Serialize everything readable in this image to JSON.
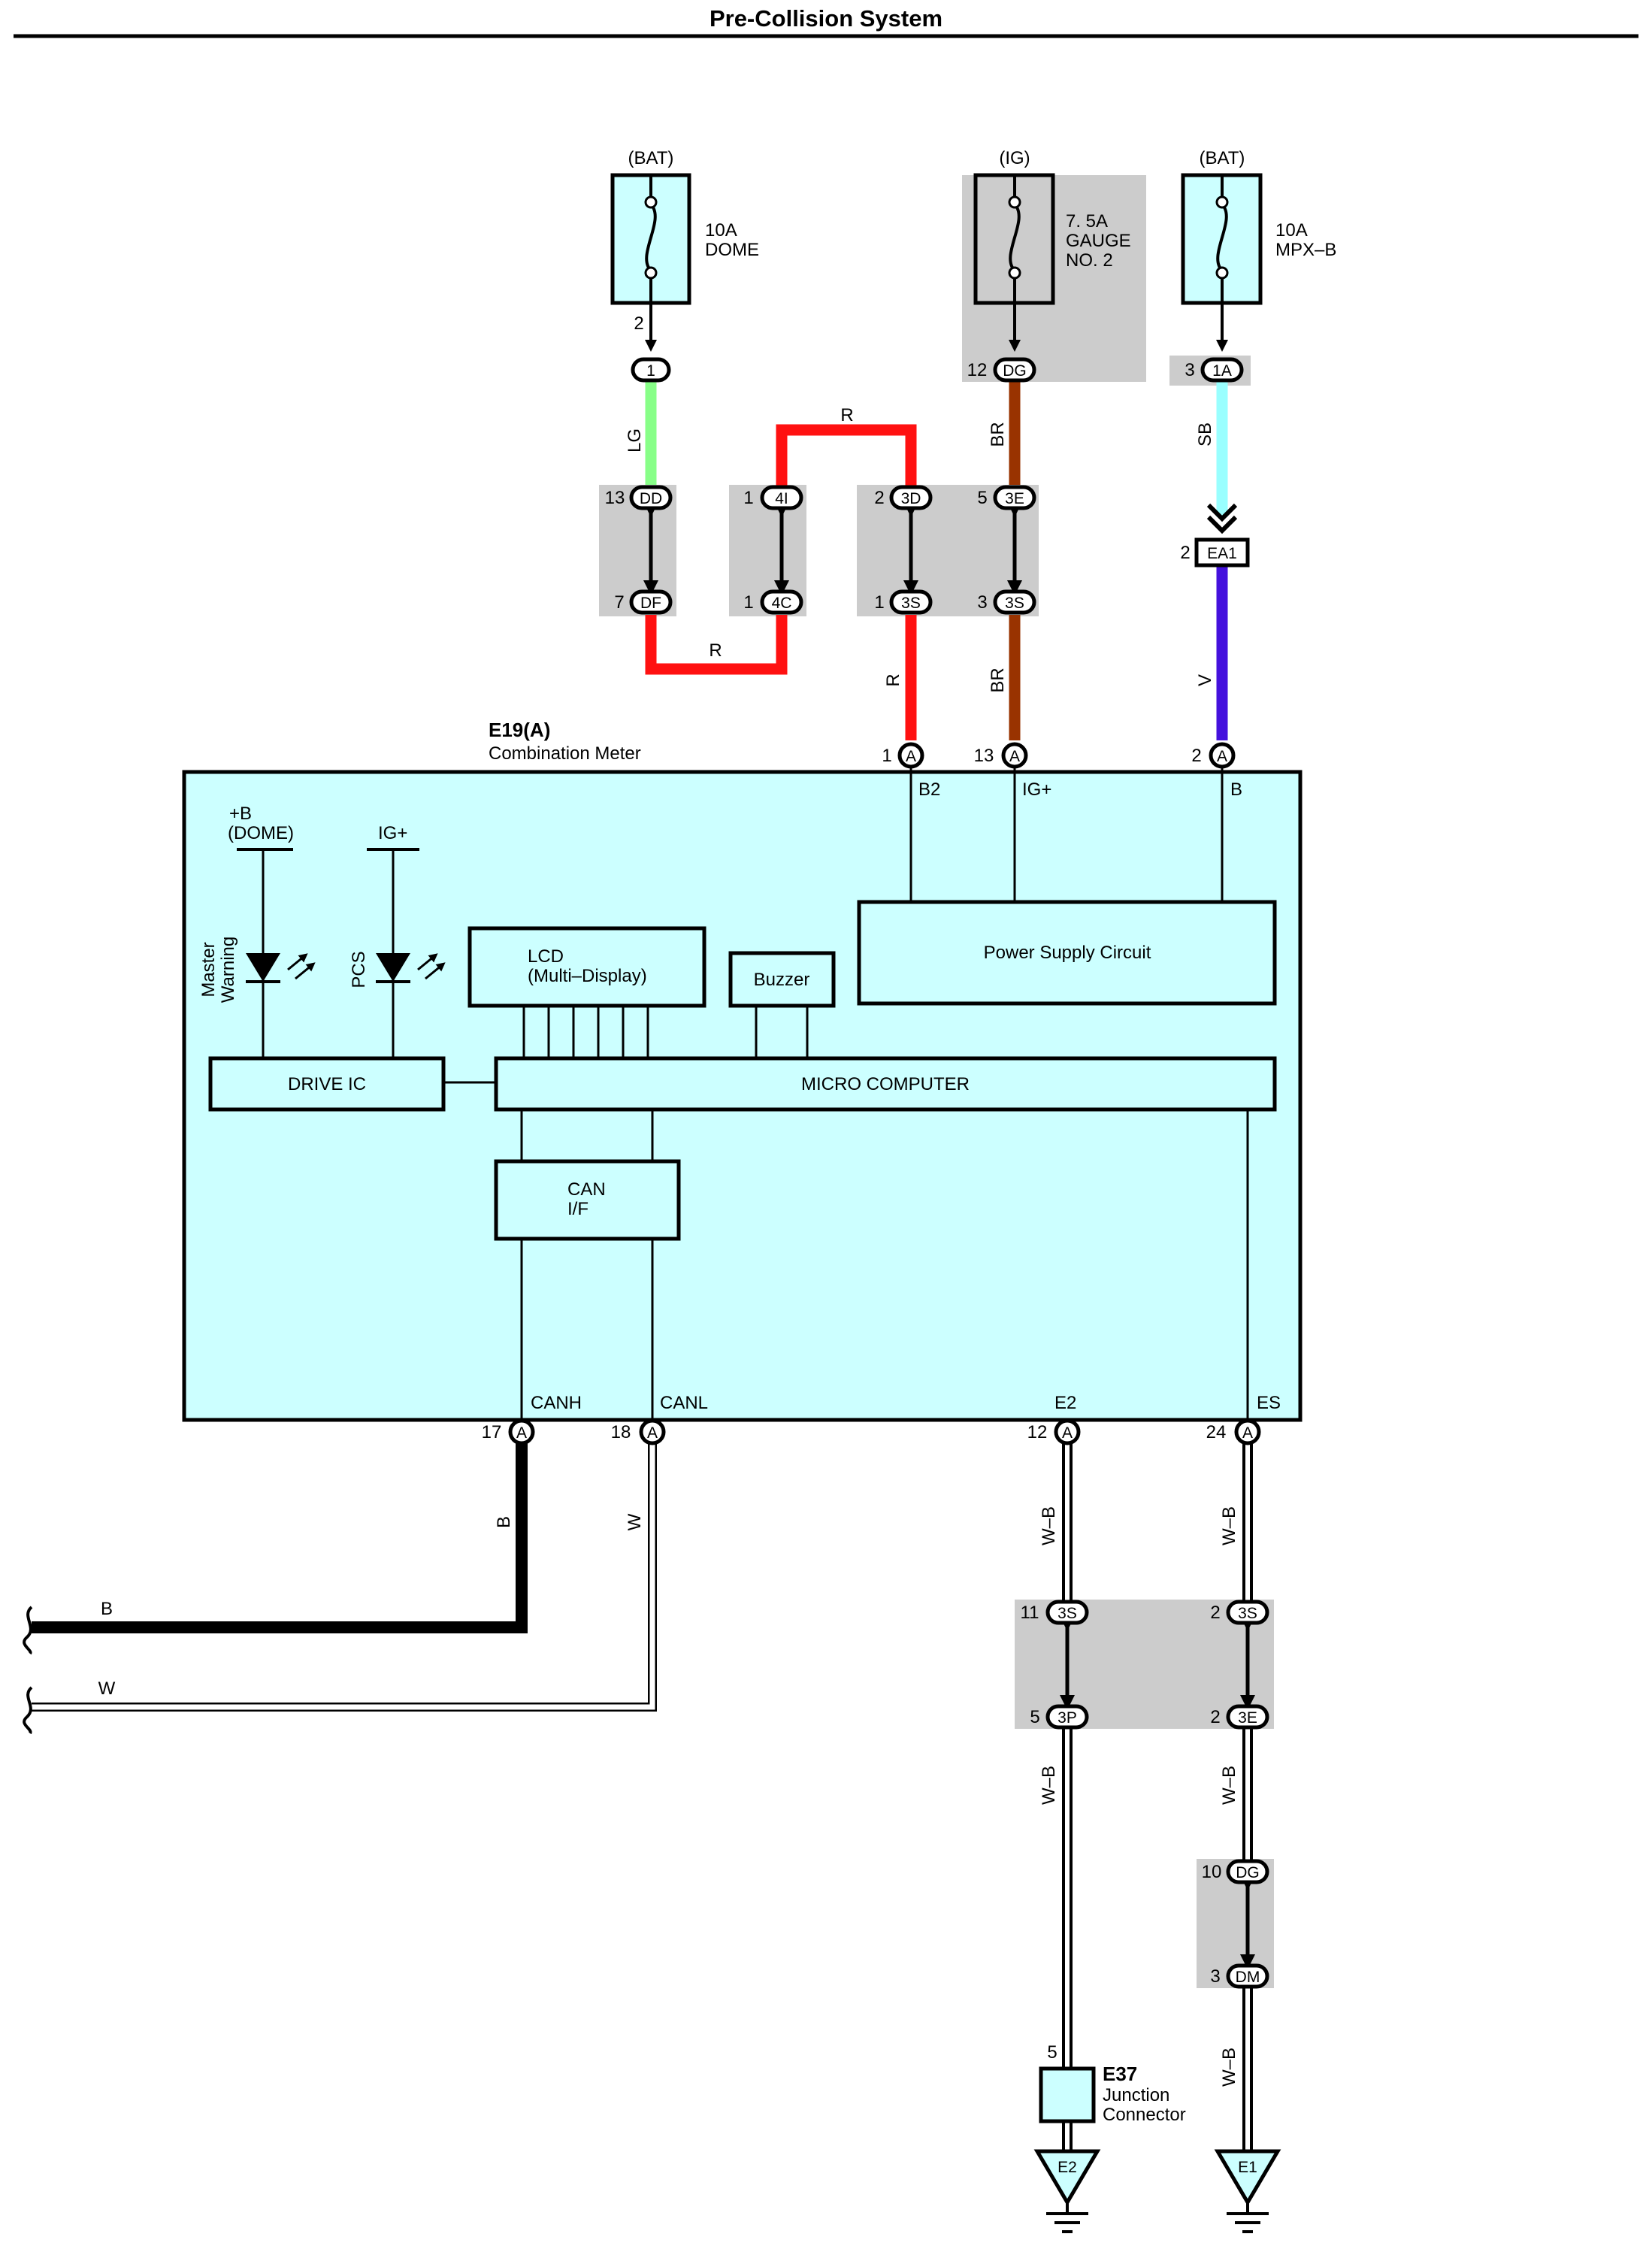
{
  "title": "Pre-Collision System",
  "fuses": [
    {
      "source": "(BAT)",
      "rating": "10A",
      "name": "DOME",
      "pin": "2",
      "connector": "1"
    },
    {
      "source": "(IG)",
      "rating": "7. 5A",
      "name": "GAUGE",
      "name2": "NO. 2",
      "pin": "12",
      "connector": "DG"
    },
    {
      "source": "(BAT)",
      "rating": "10A",
      "name": "MPX–B",
      "pin": "3",
      "connector": "1A"
    }
  ],
  "wires": {
    "lg": "LG",
    "r_top": "R",
    "r_bottom": "R",
    "r_vertical": "R",
    "br_upper": "BR",
    "br_lower": "BR",
    "sb": "SB",
    "v": "V",
    "b_vertical": "B",
    "w_vertical": "W",
    "b_horizontal": "B",
    "w_horizontal": "W",
    "wb": "W–B"
  },
  "inline_connectors": {
    "dd": {
      "pin": "13",
      "id": "DD"
    },
    "df": {
      "pin": "7",
      "id": "DF"
    },
    "c4i": {
      "pin": "1",
      "id": "4I"
    },
    "c4c": {
      "pin": "1",
      "id": "4C"
    },
    "c3d": {
      "pin": "2",
      "id": "3D"
    },
    "c3s_top": {
      "pin": "1",
      "id": "3S"
    },
    "c3e_top": {
      "pin": "5",
      "id": "3E"
    },
    "c3s_br": {
      "pin": "3",
      "id": "3S"
    },
    "ea1": {
      "pin": "2",
      "id": "EA1"
    },
    "c3s_left": {
      "pin": "11",
      "id": "3S"
    },
    "c3p": {
      "pin": "5",
      "id": "3P"
    },
    "c3s_right": {
      "pin": "2",
      "id": "3S"
    },
    "c3e_right": {
      "pin": "2",
      "id": "3E"
    },
    "dg_bottom": {
      "pin": "10",
      "id": "DG"
    },
    "dm": {
      "pin": "3",
      "id": "DM"
    }
  },
  "meter": {
    "code": "E19(A)",
    "name": "Combination Meter",
    "pins_top": [
      {
        "num": "1",
        "id": "A",
        "label": "B2"
      },
      {
        "num": "13",
        "id": "A",
        "label": "IG+"
      },
      {
        "num": "2",
        "id": "A",
        "label": "B"
      }
    ],
    "pins_bottom": [
      {
        "num": "17",
        "id": "A",
        "label": "CANH"
      },
      {
        "num": "18",
        "id": "A",
        "label": "CANL"
      },
      {
        "num": "12",
        "id": "A",
        "label": "E2"
      },
      {
        "num": "24",
        "id": "A",
        "label": "ES"
      }
    ],
    "power_b_dome": "+B",
    "power_b_dome2": "(DOME)",
    "power_ig": "IG+",
    "master_warning": "Master",
    "master_warning2": "Warning",
    "pcs": "PCS",
    "lcd": "LCD",
    "lcd2": "(Multi–Display)",
    "buzzer": "Buzzer",
    "power_supply": "Power Supply Circuit",
    "drive_ic": "DRIVE IC",
    "micro_computer": "MICRO COMPUTER",
    "can": "CAN",
    "can2": "I/F"
  },
  "junction": {
    "pin": "5",
    "code": "E37",
    "name": "Junction",
    "name2": "Connector"
  },
  "grounds": [
    "E2",
    "E1"
  ],
  "colors": {
    "lg": "#88ff88",
    "r": "#ff1111",
    "br": "#993300",
    "sb": "#99ffff",
    "v": "#4411dd",
    "box": "#ccffff",
    "shade": "#cccccc"
  }
}
